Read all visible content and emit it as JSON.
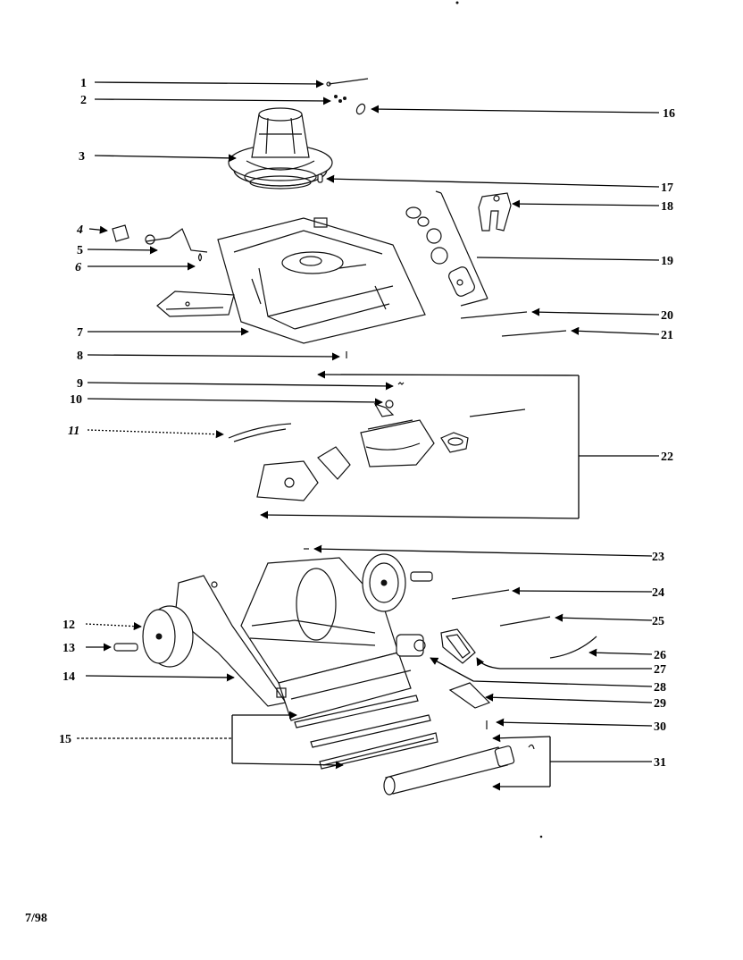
{
  "diagram": {
    "callouts": [
      {
        "id": "1",
        "label": "1"
      },
      {
        "id": "2",
        "label": "2"
      },
      {
        "id": "3",
        "label": "3"
      },
      {
        "id": "4",
        "label": "4"
      },
      {
        "id": "5",
        "label": "5"
      },
      {
        "id": "6",
        "label": "6"
      },
      {
        "id": "7",
        "label": "7"
      },
      {
        "id": "8",
        "label": "8"
      },
      {
        "id": "9",
        "label": "9"
      },
      {
        "id": "10",
        "label": "10"
      },
      {
        "id": "11",
        "label": "11"
      },
      {
        "id": "12",
        "label": "12"
      },
      {
        "id": "13",
        "label": "13"
      },
      {
        "id": "14",
        "label": "14"
      },
      {
        "id": "15",
        "label": "15"
      },
      {
        "id": "16",
        "label": "16"
      },
      {
        "id": "17",
        "label": "17"
      },
      {
        "id": "18",
        "label": "18"
      },
      {
        "id": "19",
        "label": "19"
      },
      {
        "id": "20",
        "label": "20"
      },
      {
        "id": "21",
        "label": "21"
      },
      {
        "id": "22",
        "label": "22"
      },
      {
        "id": "23",
        "label": "23"
      },
      {
        "id": "24",
        "label": "24"
      },
      {
        "id": "25",
        "label": "25"
      },
      {
        "id": "26",
        "label": "26"
      },
      {
        "id": "27",
        "label": "27"
      },
      {
        "id": "28",
        "label": "28"
      },
      {
        "id": "29",
        "label": "29"
      },
      {
        "id": "30",
        "label": "30"
      },
      {
        "id": "31",
        "label": "31"
      }
    ],
    "footer_date": "7/98"
  }
}
